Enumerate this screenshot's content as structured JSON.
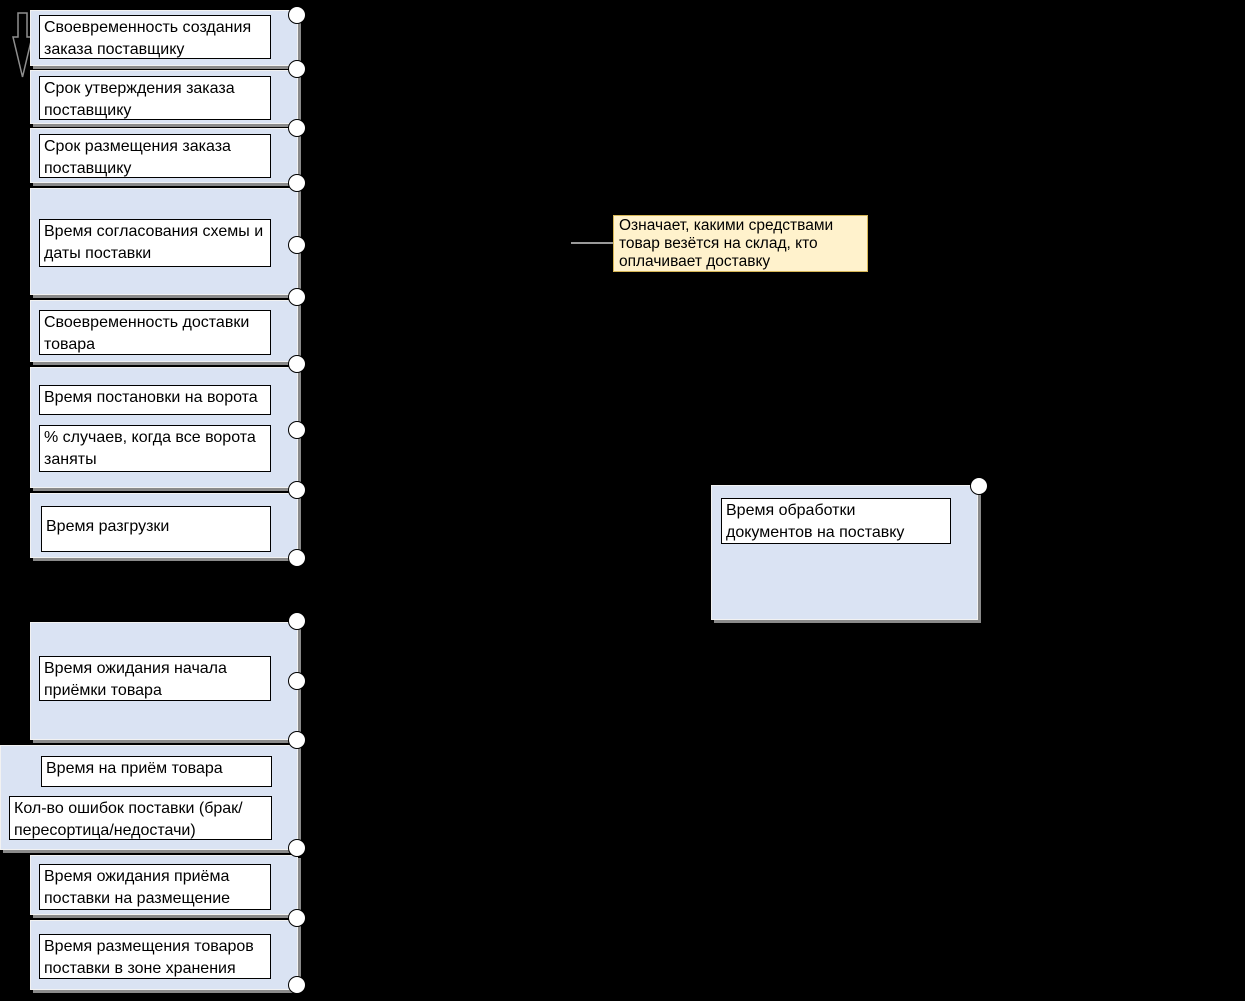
{
  "colors": {
    "background": "#000000",
    "panel_fill": "#dae3f3",
    "panel_border": "#f2f2f2",
    "panel_shadow": "#8a8a8a",
    "box_fill": "#ffffff",
    "box_border": "#000000",
    "note_fill": "#fff2cc",
    "note_border": "#d6b656",
    "handle_fill": "#ffffff",
    "connector": "#999999",
    "text": "#000000"
  },
  "icons": {
    "arrow": "down-arrow-outline",
    "handle": "connection-point"
  },
  "left_panels": [
    {
      "boxes": [
        "Своевременность создания заказа поставщику"
      ]
    },
    {
      "boxes": [
        "Срок утверждения заказа поставщику"
      ]
    },
    {
      "boxes": [
        "Срок размещения заказа поставщику"
      ]
    },
    {
      "boxes": [
        "Время согласования схемы и даты поставки"
      ]
    },
    {
      "boxes": [
        "Своевременность доставки товара"
      ]
    },
    {
      "boxes": [
        "Время постановки на ворота",
        "% случаев, когда все ворота заняты"
      ]
    },
    {
      "boxes": [
        "Время разгрузки"
      ]
    },
    {
      "boxes": [
        "Время ожидания начала приёмки товара"
      ]
    },
    {
      "boxes": [
        "Время на приём товара",
        "Кол-во ошибок поставки (брак/пересортица/недостачи)"
      ]
    },
    {
      "boxes": [
        "Время ожидания приёма поставки на размещение"
      ]
    },
    {
      "boxes": [
        "Время размещения товаров поставки в зоне хранения"
      ]
    }
  ],
  "note": {
    "text": "Означает, какими средствами товар везётся на склад, кто оплачивает доставку"
  },
  "right_panel": {
    "label": "Время обработки документов на поставку"
  }
}
